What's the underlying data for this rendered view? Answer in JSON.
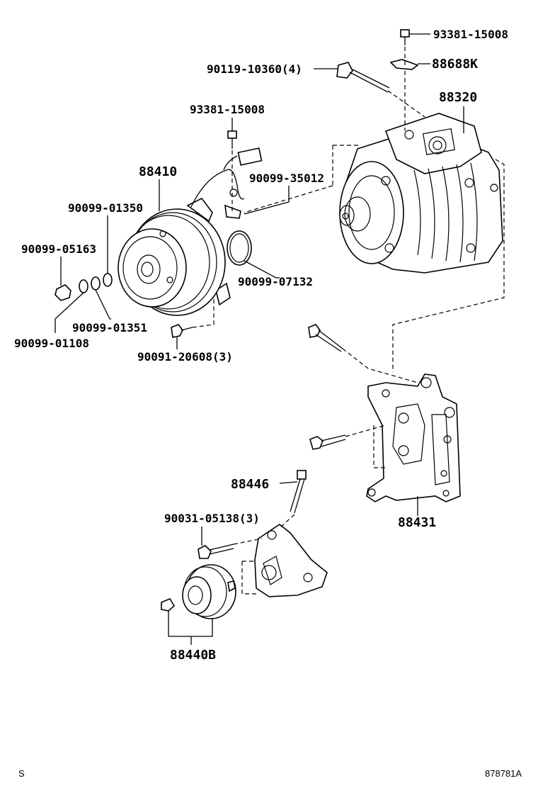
{
  "labels": {
    "p93381_top": "93381-15008",
    "p88688k": "88688K",
    "p90119": "90119-10360(4)",
    "p88320": "88320",
    "p93381_mid": "93381-15008",
    "p90099_35012": "90099-35012",
    "p88410": "88410",
    "p90099_01350": "90099-01350",
    "p90099_05163": "90099-05163",
    "p90099_07132": "90099-07132",
    "p90099_01351": "90099-01351",
    "p90099_01108": "90099-01108",
    "p90091": "90091-20608(3)",
    "p88446": "88446",
    "p90031": "90031-05138(3)",
    "p88431": "88431",
    "p88440b": "88440B"
  },
  "footer": {
    "left": "S",
    "right": "878781A"
  }
}
